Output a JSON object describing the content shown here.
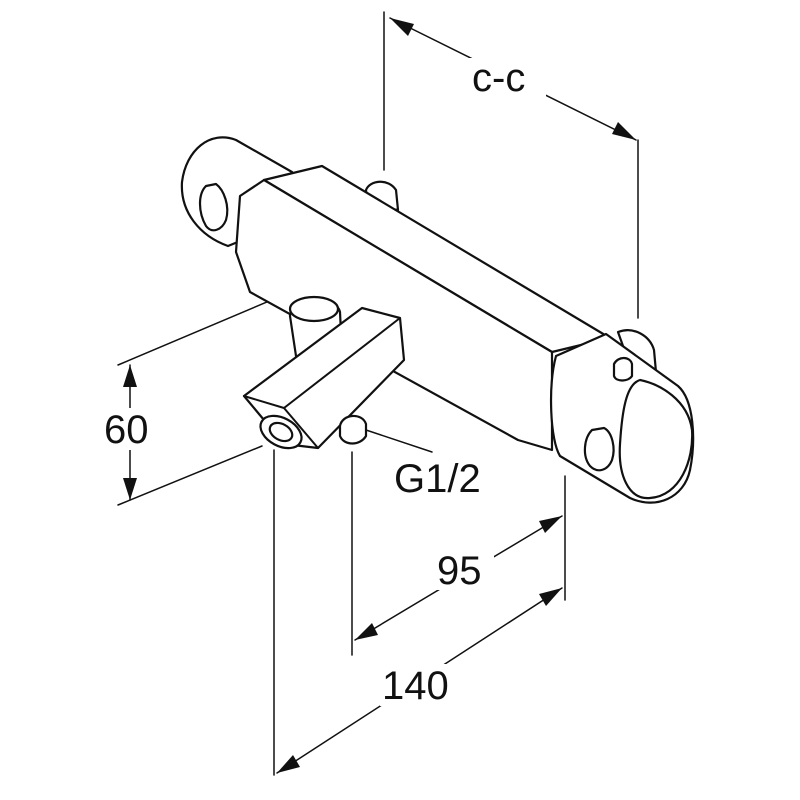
{
  "dimensions": {
    "cc_label": "c-c",
    "height_label": "60",
    "thread_label": "G1/2",
    "outlet_label": "95",
    "depth_label": "140"
  },
  "colors": {
    "line": "#111111",
    "background": "#ffffff"
  }
}
